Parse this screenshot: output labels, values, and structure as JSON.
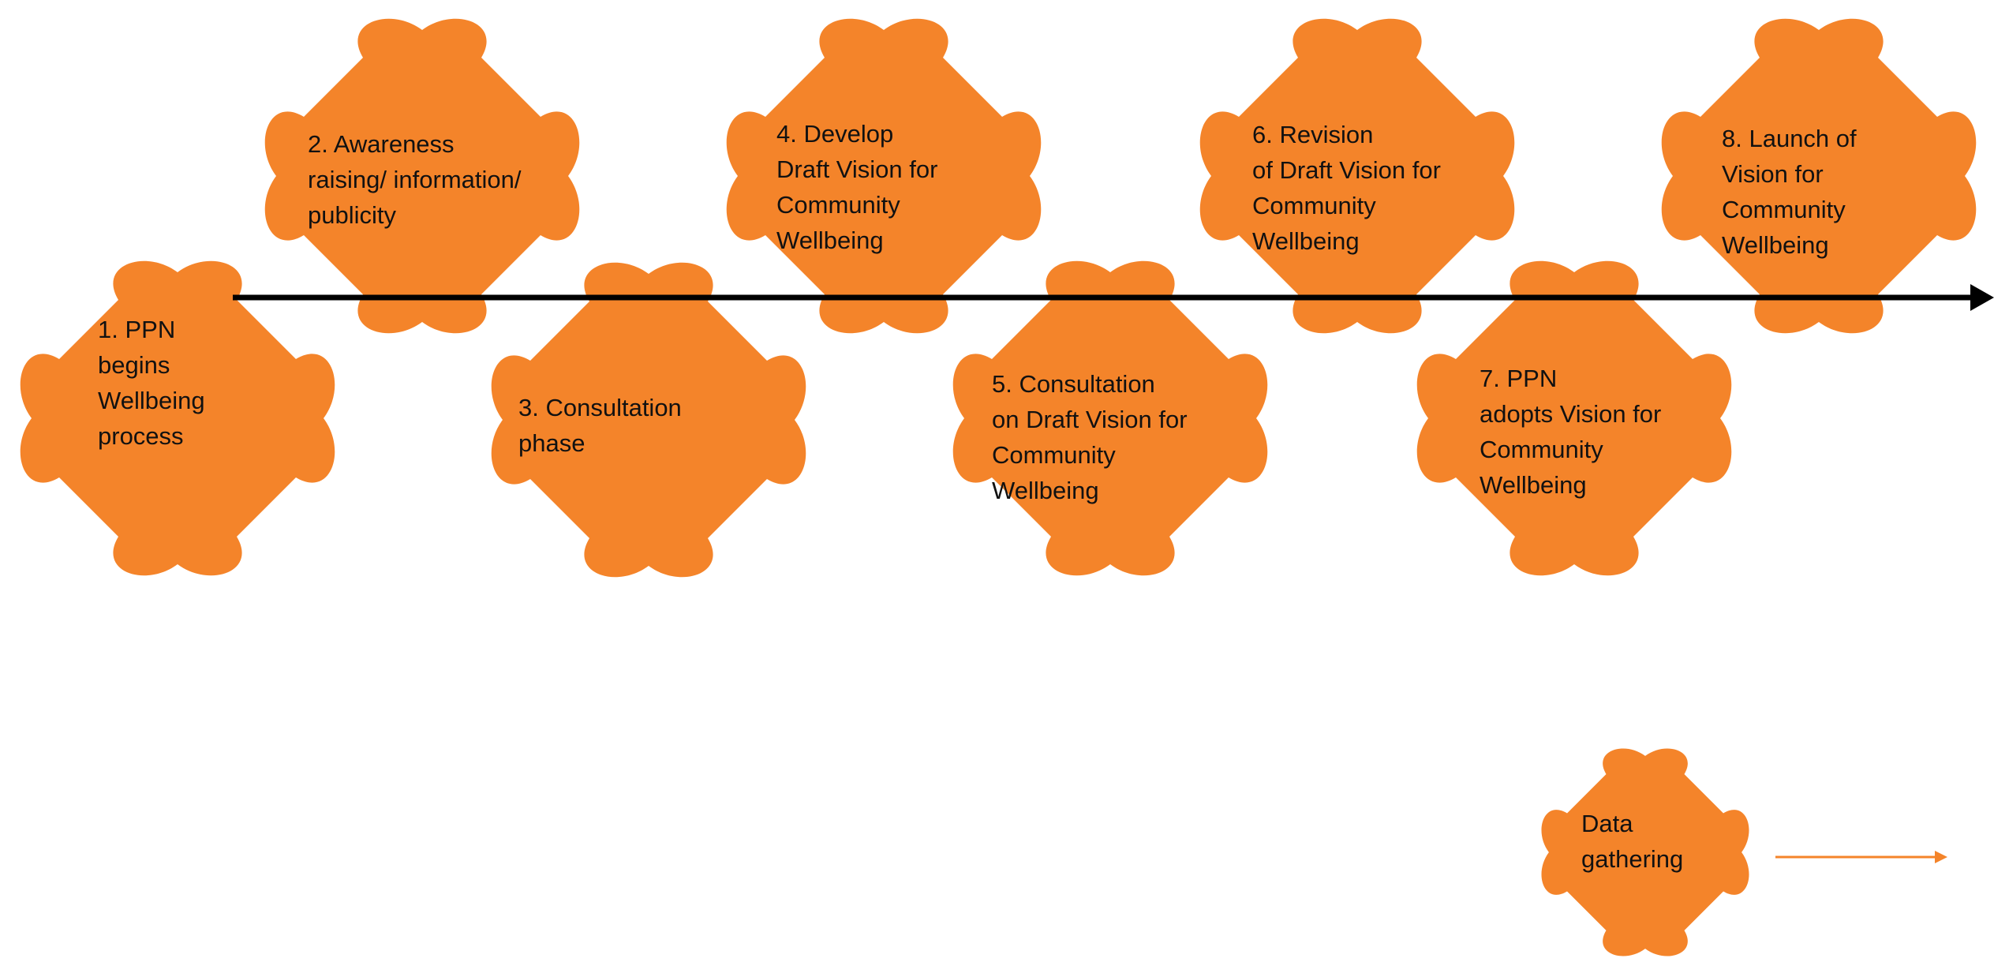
{
  "diagram": {
    "piece_color": "#F4842A",
    "timeline_color": "#000000",
    "legend_arrow_color": "#F4842A",
    "steps": [
      {
        "number": 1,
        "label": "1. PPN\nbegins\nWellbeing\nprocess"
      },
      {
        "number": 2,
        "label": "2. Awareness\nraising/ information/\npublicity"
      },
      {
        "number": 3,
        "label": "3. Consultation\n    phase"
      },
      {
        "number": 4,
        "label": "4. Develop\nDraft Vision for\nCommunity\nWellbeing"
      },
      {
        "number": 5,
        "label": "5. Consultation\non Draft Vision for\nCommunity\nWellbeing"
      },
      {
        "number": 6,
        "label": "6. Revision\nof Draft Vision for\nCommunity\nWellbeing"
      },
      {
        "number": 7,
        "label": "7. PPN\nadopts Vision for\nCommunity\nWellbeing"
      },
      {
        "number": 8,
        "label": "8. Launch of\nVision for\nCommunity\nWellbeing"
      }
    ],
    "legend": {
      "label": "Data\ngathering"
    }
  }
}
